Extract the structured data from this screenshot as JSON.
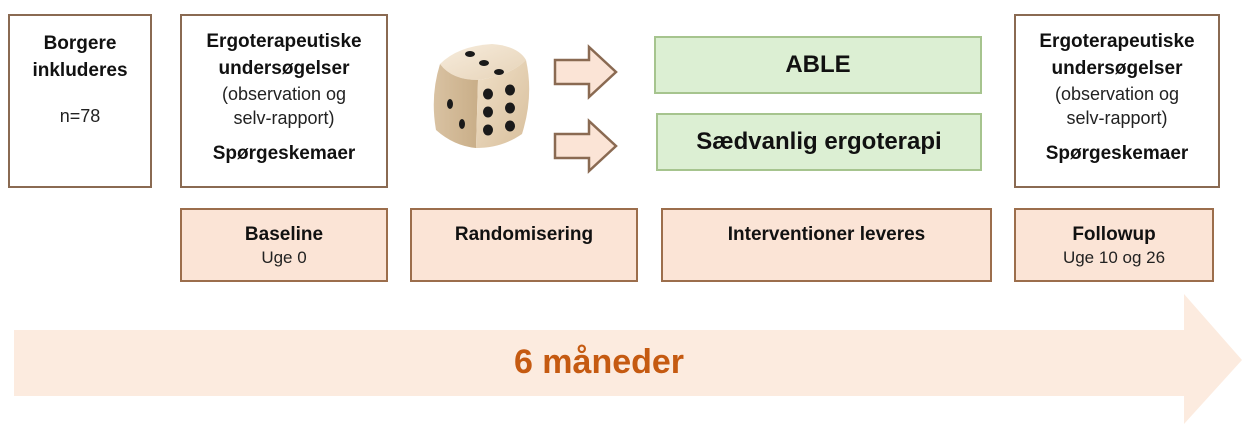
{
  "inclusion": {
    "line1": "Borgere",
    "line2": "inkluderes",
    "n": "n=78"
  },
  "baseline_exam": {
    "title1": "Ergoterapeutiske",
    "title2": "undersøgelser",
    "sub1": "(observation og",
    "sub2": "selv-rapport)",
    "extra": "Spørgeskemaer"
  },
  "followup_exam": {
    "title1": "Ergoterapeutiske",
    "title2": "undersøgelser",
    "sub1": "(observation og",
    "sub2": "selv-rapport)",
    "extra": "Spørgeskemaer"
  },
  "arms": {
    "arm1": "ABLE",
    "arm2": "Sædvanlig ergoterapi"
  },
  "phases": {
    "baseline": {
      "title": "Baseline",
      "sub": "Uge 0"
    },
    "randomisering": {
      "title": "Randomisering"
    },
    "intervention": {
      "title": "Interventioner leveres"
    },
    "followup": {
      "title": "Followup",
      "sub": "Uge 10 og 26"
    }
  },
  "timeline": {
    "label": "6 måneder"
  },
  "colors": {
    "border": "#8a6a52",
    "phase_fill": "#fbe4d6",
    "green_fill": "#dcefd3",
    "green_border": "#a6c48e",
    "timeline_fill": "#fcebdf",
    "timeline_text": "#c55a11"
  }
}
